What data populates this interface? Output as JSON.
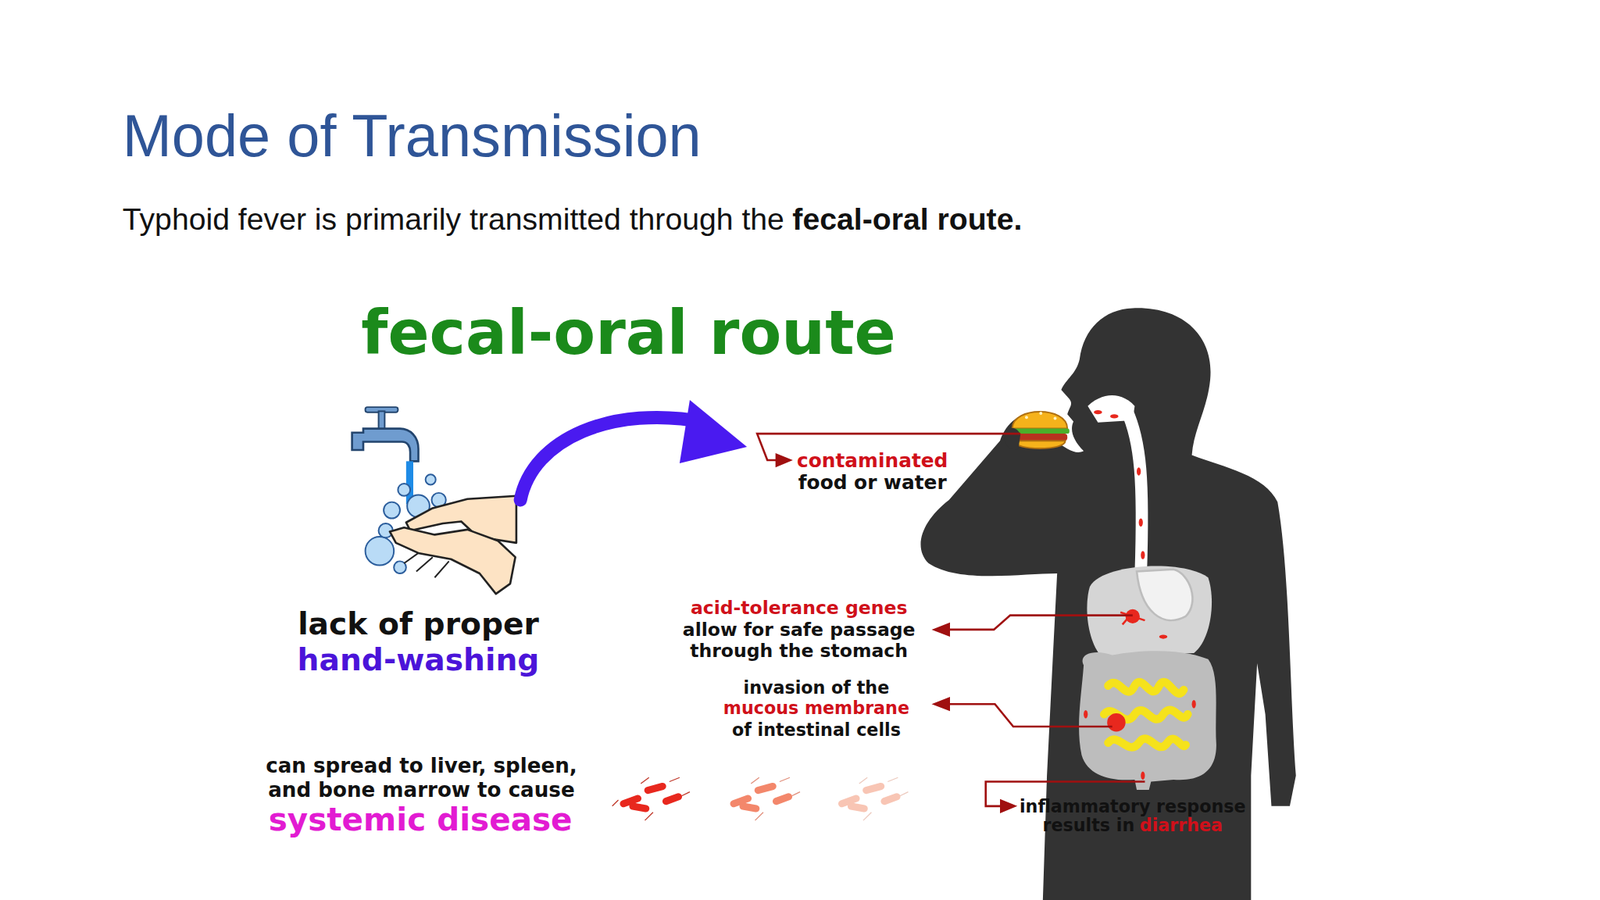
{
  "diagram": {
    "title": "Mode of Transmission",
    "labels": [
      "Typhoid fever is primarily transmitted through the",
      "fecal-oral route.",
      "fecal-oral route",
      "lack of proper",
      "hand-washing",
      "contaminated",
      "food or water",
      "acid-tolerance genes",
      "allow for safe passage through the stomach",
      "invasion of the",
      "mucous membrane",
      "of intestinal cells",
      "can spread to liver, spleen, and bone marrow to cause",
      "systemic disease",
      "inflammatory response results in",
      "diarrhea"
    ]
  }
}
